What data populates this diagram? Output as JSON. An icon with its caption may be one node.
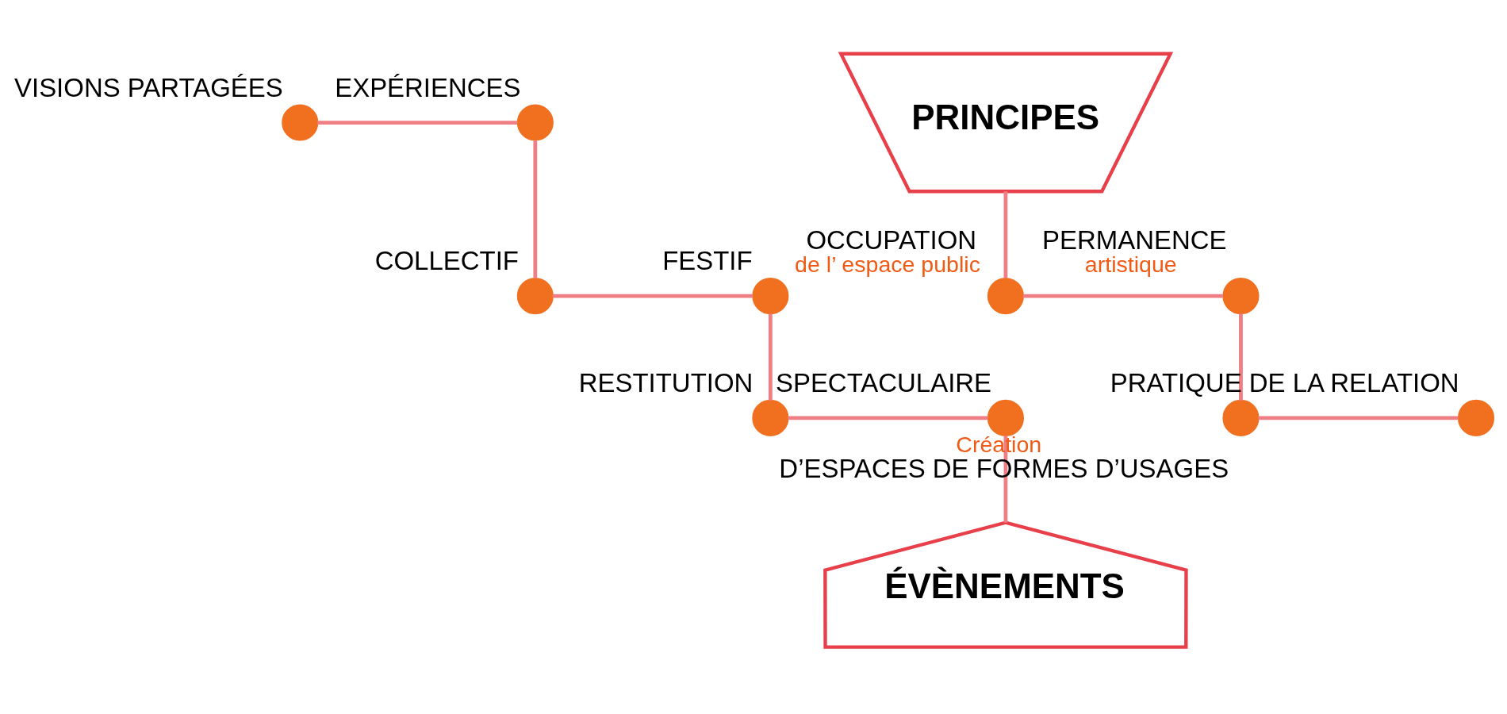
{
  "diagram": {
    "nodes": [
      {
        "text": [
          "VISIONS PARTAGÉES"
        ]
      },
      {
        "text": [
          "EXPÉRIENCES"
        ]
      },
      {
        "text": [
          "FESTIF"
        ]
      },
      {
        "text": [
          "COLLECTIF"
        ]
      },
      {
        "text": [
          "RESTITUTION"
        ]
      },
      {
        "text": [
          "SPECTACULAIRE"
        ]
      },
      {
        "text": [
          "PRINCIPES"
        ]
      },
      {
        "text": [
          "ÉVÈNEMENTS"
        ]
      },
      {
        "text": [
          "OCCUPATION",
          "de l’ espace public"
        ]
      },
      {
        "text": [
          "PERMANENCE",
          "artistique"
        ]
      },
      {
        "text": [
          "PRATIQUE DE LA RELATION"
        ]
      },
      {
        "text": [
          "Création",
          "D’ESPACES DE FORMES D’USAGES"
        ]
      }
    ],
    "edges": [
      {
        "from": 0,
        "to": 1,
        "arrow": "none"
      },
      {
        "from": 1,
        "to": 3,
        "arrow": "none"
      },
      {
        "from": 3,
        "to": 2,
        "arrow": "none"
      },
      {
        "from": 2,
        "to": 4,
        "arrow": "none"
      },
      {
        "from": 4,
        "to": 5,
        "arrow": "none"
      },
      {
        "from": 5,
        "to": 7,
        "arrow": "none"
      },
      {
        "from": 6,
        "to": 8,
        "arrow": "none"
      },
      {
        "from": 8,
        "to": 9,
        "arrow": "none"
      },
      {
        "from": 9,
        "to": 11,
        "arrow": "none"
      },
      {
        "from": 11,
        "to": 10,
        "arrow": "none"
      }
    ]
  }
}
